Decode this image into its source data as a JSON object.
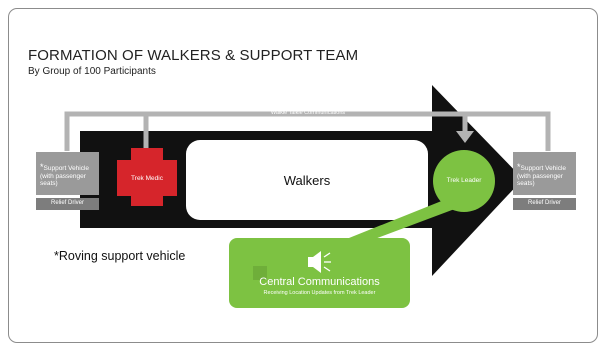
{
  "header": {
    "title": "FORMATION OF WALKERS & SUPPORT TEAM",
    "subtitle": "By Group of 100 Participants"
  },
  "diagram": {
    "radio_label": "Walkie Talkie Communications",
    "left_vehicle": {
      "line1": "Support Vehicle",
      "line2": "(with passenger seats)",
      "relief": "Relief Driver"
    },
    "right_vehicle": {
      "line1": "Support Vehicle",
      "line2": "(with passenger seats)",
      "relief": "Relief Driver"
    },
    "trek_medic": "Trek Medic",
    "walkers": "Walkers",
    "trek_leader": "Trek Leader",
    "central": {
      "title": "Central Communications",
      "subtitle": "Receiving Location Updates from Trek Leader"
    },
    "note": "*Roving support vehicle",
    "colors": {
      "arrow": "#111111",
      "medic": "#d6252b",
      "green": "#7dc242",
      "vehicle": "#9a9a9a",
      "relief": "#7d7d7d",
      "radio_line": "#b3b3b3"
    }
  }
}
